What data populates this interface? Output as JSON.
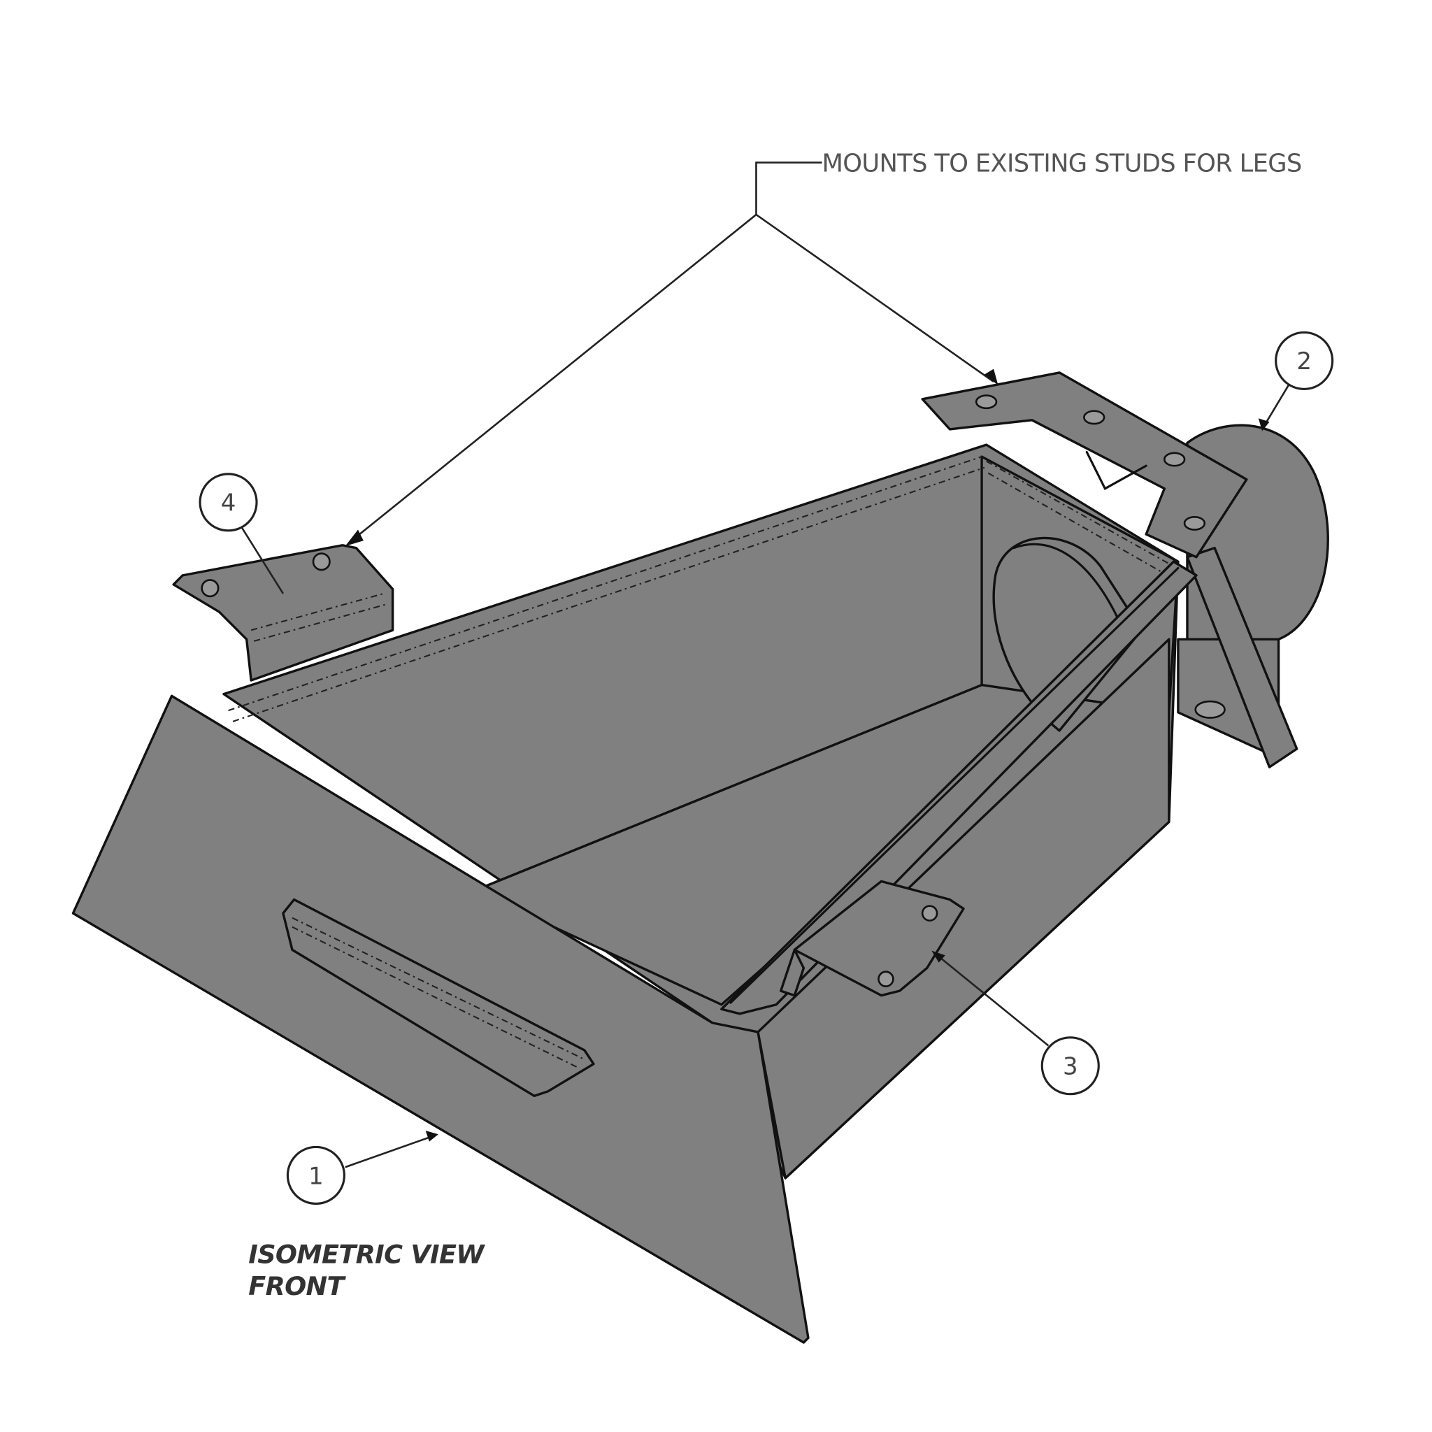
{
  "drawing": {
    "title": "ISOMETRIC VIEW",
    "subtitle": "FRONT",
    "fill_color": "#808080",
    "line_color": "#111111",
    "background": "#ffffff"
  },
  "note": {
    "text": "MOUNTS TO EXISTING STUDS FOR LEGS"
  },
  "balloons": [
    {
      "id": "1",
      "label": "1"
    },
    {
      "id": "2",
      "label": "2"
    },
    {
      "id": "3",
      "label": "3"
    },
    {
      "id": "4",
      "label": "4"
    }
  ]
}
